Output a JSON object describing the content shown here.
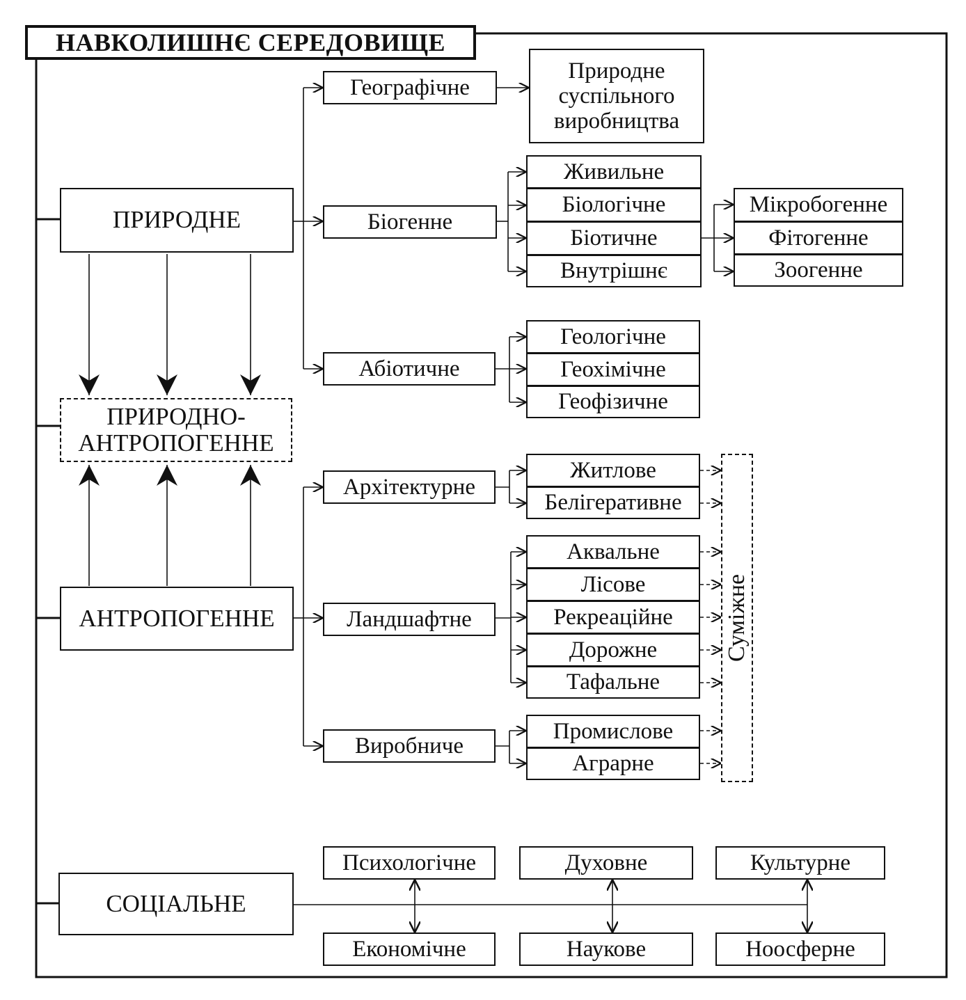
{
  "title": "НАВКОЛИШНЄ СЕРЕДОВИЩЕ",
  "main": {
    "natural": "ПРИРОДНЕ",
    "natural_anthropogenic_line1": "ПРИРОДНО-",
    "natural_anthropogenic_line2": "АНТРОПОГЕННЕ",
    "anthropogenic": "АНТРОПОГЕННЕ",
    "social": "СОЦІАЛЬНЕ"
  },
  "natural_branch": {
    "geographic": "Географічне",
    "geographic_child_line1": "Природне",
    "geographic_child_line2": "суспільного",
    "geographic_child_line3": "виробництва",
    "biogenic": "Біогенне",
    "biogenic_children": [
      "Живильне",
      "Біологічне",
      "Біотичне",
      "Внутрішнє"
    ],
    "biotic_children": [
      "Мікробогенне",
      "Фітогенне",
      "Зоогенне"
    ],
    "abiotic": "Абіотичне",
    "abiotic_children": [
      "Геологічне",
      "Геохімічне",
      "Геофізичне"
    ]
  },
  "anthropogenic_branch": {
    "architectural": "Архітектурне",
    "architectural_children": [
      "Житлове",
      "Белігеративне"
    ],
    "landscape": "Ландшафтне",
    "landscape_children": [
      "Аквальне",
      "Лісове",
      "Рекреаційне",
      "Дорожне",
      "Тафальне"
    ],
    "industrial": "Виробниче",
    "industrial_children": [
      "Промислове",
      "Аграрне"
    ],
    "adjacent": "Суміжне"
  },
  "social_branch": {
    "top": [
      "Психологічне",
      "Духовне",
      "Культурне"
    ],
    "bottom": [
      "Економічне",
      "Наукове",
      "Ноосферне"
    ]
  }
}
